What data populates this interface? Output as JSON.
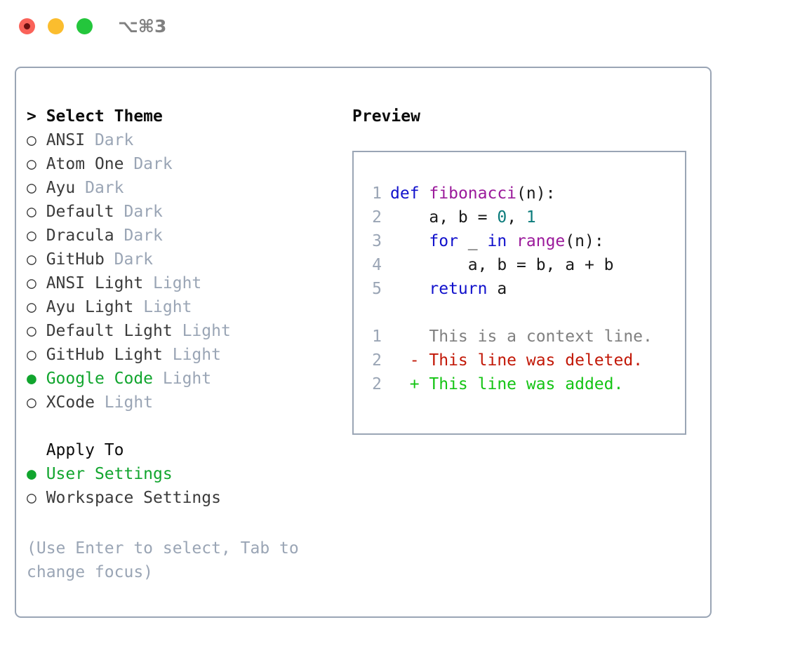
{
  "titlebar": {
    "shortcut": "⌥⌘3",
    "buttons": [
      {
        "name": "close",
        "color": "#fa6259"
      },
      {
        "name": "minimize",
        "color": "#fbbd2e"
      },
      {
        "name": "maximize",
        "color": "#24c63c"
      }
    ]
  },
  "theme_section": {
    "header": "> Select Theme",
    "focused": true,
    "items": [
      {
        "bullet": "○",
        "label": "ANSI",
        "kind": "Dark",
        "selected": false
      },
      {
        "bullet": "○",
        "label": "Atom One",
        "kind": "Dark",
        "selected": false
      },
      {
        "bullet": "○",
        "label": "Ayu",
        "kind": "Dark",
        "selected": false
      },
      {
        "bullet": "○",
        "label": "Default",
        "kind": "Dark",
        "selected": false
      },
      {
        "bullet": "○",
        "label": "Dracula",
        "kind": "Dark",
        "selected": false
      },
      {
        "bullet": "○",
        "label": "GitHub",
        "kind": "Dark",
        "selected": false
      },
      {
        "bullet": "○",
        "label": "ANSI Light",
        "kind": "Light",
        "selected": false
      },
      {
        "bullet": "○",
        "label": "Ayu Light",
        "kind": "Light",
        "selected": false
      },
      {
        "bullet": "○",
        "label": "Default Light",
        "kind": "Light",
        "selected": false
      },
      {
        "bullet": "○",
        "label": "GitHub Light",
        "kind": "Light",
        "selected": false
      },
      {
        "bullet": "●",
        "label": "Google Code",
        "kind": "Light",
        "selected": true
      },
      {
        "bullet": "○",
        "label": "XCode",
        "kind": "Light",
        "selected": false
      }
    ]
  },
  "apply_section": {
    "header": "  Apply To",
    "focused": false,
    "items": [
      {
        "bullet": "●",
        "label": "User Settings",
        "kind": "",
        "selected": true
      },
      {
        "bullet": "○",
        "label": "Workspace Settings",
        "kind": "",
        "selected": false
      }
    ]
  },
  "hint": "(Use Enter to select, Tab to change focus)",
  "preview": {
    "title": "Preview",
    "code_lines": [
      {
        "num": "1",
        "tokens": [
          {
            "t": "def",
            "c": "kw"
          },
          {
            "t": " ",
            "c": "txt"
          },
          {
            "t": "fibonacci",
            "c": "fn"
          },
          {
            "t": "(n):",
            "c": "txt"
          }
        ]
      },
      {
        "num": "2",
        "tokens": [
          {
            "t": "    a, b = ",
            "c": "txt"
          },
          {
            "t": "0",
            "c": "num"
          },
          {
            "t": ", ",
            "c": "txt"
          },
          {
            "t": "1",
            "c": "num"
          }
        ]
      },
      {
        "num": "3",
        "tokens": [
          {
            "t": "    ",
            "c": "txt"
          },
          {
            "t": "for",
            "c": "kw"
          },
          {
            "t": " _ ",
            "c": "txt"
          },
          {
            "t": "in",
            "c": "kw"
          },
          {
            "t": " ",
            "c": "txt"
          },
          {
            "t": "range",
            "c": "fn"
          },
          {
            "t": "(n):",
            "c": "txt"
          }
        ]
      },
      {
        "num": "4",
        "tokens": [
          {
            "t": "        a, b = b, a + b",
            "c": "txt"
          }
        ]
      },
      {
        "num": "5",
        "tokens": [
          {
            "t": "    ",
            "c": "txt"
          },
          {
            "t": "return",
            "c": "kw"
          },
          {
            "t": " a",
            "c": "txt"
          }
        ]
      }
    ],
    "diff_lines": [
      {
        "num": "1",
        "marker": "  ",
        "text": "This is a context line.",
        "style": "ctx"
      },
      {
        "num": "2",
        "marker": "- ",
        "text": "This line was deleted.",
        "style": "del"
      },
      {
        "num": "2",
        "marker": "+ ",
        "text": "This line was added.",
        "style": "add"
      }
    ]
  },
  "colors": {
    "border": "#9aa5b5",
    "accent_green": "#11a52e",
    "muted": "#9aa5b5",
    "keyword": "#1111cc",
    "function": "#9b1a9b",
    "number": "#0b7b7b",
    "diff_deleted": "#c21807",
    "diff_added": "#14c414",
    "diff_context": "#808080"
  }
}
